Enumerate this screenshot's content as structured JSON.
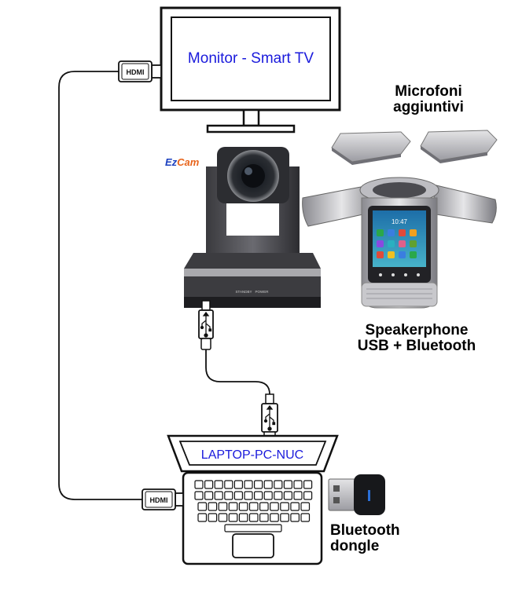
{
  "monitor": {
    "label": "Monitor - Smart TV"
  },
  "camera": {
    "brand": "EzCam",
    "standby_label": "STANDBY",
    "power_label": "POWER"
  },
  "microphones": {
    "label_line1": "Microfoni",
    "label_line2": "aggiuntivi"
  },
  "speakerphone": {
    "label_line1": "Speakerphone",
    "label_line2": "USB + Bluetooth",
    "screen_time": "10:47"
  },
  "laptop": {
    "label": "LAPTOP-PC-NUC"
  },
  "dongle": {
    "label_line1": "Bluetooth",
    "label_line2": "dongle"
  },
  "connectors": {
    "hdmi_top": "HDMI",
    "hdmi_bottom": "HDMI"
  },
  "colors": {
    "label_blue": "#1a1adc",
    "outline": "#111111",
    "brand_blue": "#1a3fbf",
    "brand_orange": "#e8641b",
    "usb_blue": "#2a6fd6"
  }
}
